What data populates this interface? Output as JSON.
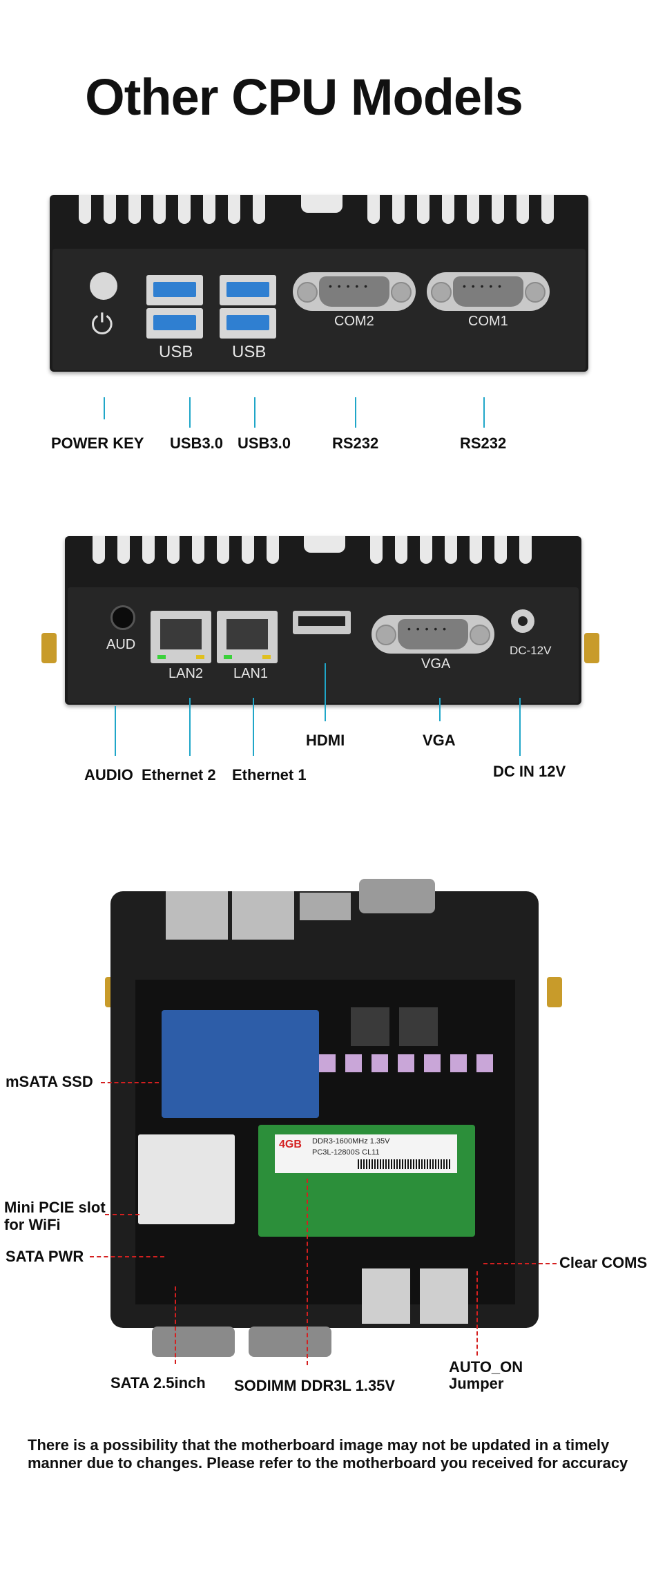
{
  "title": "Other CPU Models",
  "panel1": {
    "port_labels": {
      "usb_a": "USB",
      "usb_b": "USB",
      "com2": "COM2",
      "com1": "COM1"
    },
    "callouts": [
      "POWER KEY",
      "USB3.0",
      "USB3.0",
      "RS232",
      "RS232"
    ]
  },
  "panel2": {
    "port_labels": {
      "aud": "AUD",
      "lan2": "LAN2",
      "lan1": "LAN1",
      "vga": "VGA",
      "dc": "DC-12V"
    },
    "callouts": [
      "AUDIO",
      "Ethernet 2",
      "Ethernet 1",
      "HDMI",
      "VGA",
      "DC IN 12V"
    ]
  },
  "panel3": {
    "callouts": {
      "msata": "mSATA SSD",
      "minipcie_1": "Mini PCIE slot",
      "minipcie_2": "for WiFi",
      "sata_pwr": "SATA PWR",
      "clear": "Clear COMS",
      "sata25": "SATA 2.5inch",
      "sodimm": "SODIMM DDR3L 1.35V",
      "auto_1": "AUTO_ON",
      "auto_2": "Jumper"
    },
    "ram_sticker": {
      "size": "4GB",
      "line1": "DDR3-1600MHz 1.35V",
      "line2": "PC3L-12800S CL11"
    }
  },
  "note": {
    "line1": "There is a possibility that the motherboard image may not be updated in a timely",
    "line2": "manner due to changes. Please refer to the motherboard you received for accuracy"
  },
  "colors": {
    "callout_line": "#1fa6c8",
    "dash_line": "#d42020",
    "case": "#1b1b1b",
    "usb_blue": "#2f7fd1"
  }
}
